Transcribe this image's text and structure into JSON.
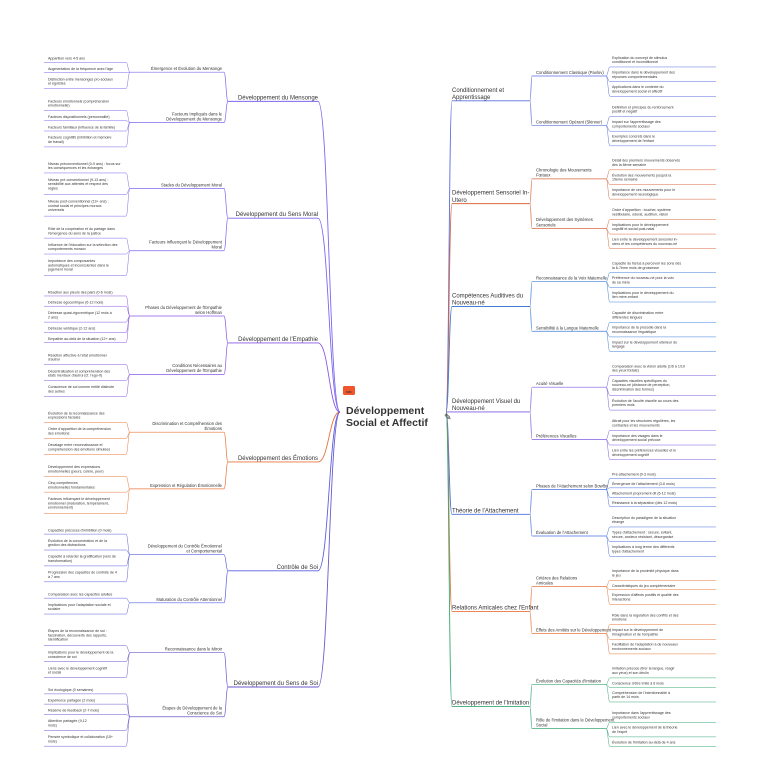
{
  "center": {
    "title_lines": [
      "Développement",
      "Social et Affectif"
    ],
    "badge": "ᴍᴍ"
  },
  "colors": {
    "left": [
      "#7b68ee",
      "#7b68ee",
      "#8a56e2",
      "#e8753a",
      "#5b5fe0",
      "#6a5acd"
    ],
    "right": [
      "#5b6ee0",
      "#d9693e",
      "#3f7fd9",
      "#7d5be0",
      "#4a6fe0",
      "#e8753a",
      "#3aa876"
    ]
  },
  "left": [
    {
      "label": [
        "Développement du Mensonge"
      ],
      "subs": [
        {
          "label": [
            "Émergence et Évolution du Mensonge"
          ],
          "leaves": [
            [
              "Apparition vers 4-5 ans"
            ],
            [
              "Augmentation de la fréquence avec l'âge"
            ],
            [
              "Distinction entre mensonges pro-sociaux",
              "et égoïstes"
            ]
          ]
        },
        {
          "label": [
            "Facteurs Impliqués dans le",
            "Développement du Mensonge"
          ],
          "leaves": [
            [
              "Facteurs émotionnels (compréhension",
              "émotionnelle)"
            ],
            [
              "Facteurs dispositionnels (personnalité)"
            ],
            [
              "Facteurs familiaux (influence de la famille)"
            ],
            [
              "Facteurs cognitifs (inhibition et mémoire",
              "de travail)"
            ]
          ]
        }
      ]
    },
    {
      "label": [
        "Développement du Sens Moral"
      ],
      "subs": [
        {
          "label": [
            "Stades du Développement Moral"
          ],
          "leaves": [
            [
              "Niveau préconventionnel (0-9 ans) : focus sur",
              "les conséquences et les échanges"
            ],
            [
              "Niveau pré-conventionnel (9-13 ans) :",
              "sensibilité aux attentes et respect des",
              "règles"
            ],
            [
              "Niveau post-conventionnel (13+ ans) :",
              "contrat social et principes moraux",
              "universels"
            ]
          ]
        },
        {
          "label": [
            "Facteurs Influençant le Développement",
            "Moral"
          ],
          "leaves": [
            [
              "Rôle de la coopération et du partage dans",
              "l'émergence du sens de la justice"
            ],
            [
              "Influence de l'éducation sur la sélection des",
              "comportements moraux"
            ],
            [
              "Importance des composantes",
              "automatiques et inconscientes dans le",
              "jugement moral"
            ]
          ]
        }
      ]
    },
    {
      "label": [
        "Développement de l'Empathie"
      ],
      "subs": [
        {
          "label": [
            "Phases du Développement de l'Empathie",
            "selon Hoffman"
          ],
          "leaves": [
            [
              "Réaction aux pleurs des pairs (0-6 mois)"
            ],
            [
              "Détresse égocentrique (6-12 mois)"
            ],
            [
              "Détresse quasi-égocentrique (12 mois à",
              "2 ans)"
            ],
            [
              "Détresse véridique (2-12 ans)"
            ],
            [
              "Empathie au-delà de la situation (12+ ans)"
            ]
          ]
        },
        {
          "label": [
            "Conditions Nécessaires au",
            "Développement de l'Empathie"
          ],
          "leaves": [
            [
              "Réaction affective à l'état émotionnel",
              "d'autrui"
            ],
            [
              "Décentralisation et compréhension des",
              "états mentaux d'autrui (cf. l'ego-it)"
            ],
            [
              "Conscience de soi comme entité distincte",
              "des autres"
            ]
          ]
        }
      ]
    },
    {
      "label": [
        "Développement des Émotions"
      ],
      "subs": [
        {
          "label": [
            "Discrimination et Compréhension des",
            "Émotions"
          ],
          "leaves": [
            [
              "Évolution de la reconnaissance des",
              "expressions faciales"
            ],
            [
              "Ordre d'apparition de la compréhension",
              "des émotions"
            ],
            [
              "Décalage entre reconnaissance et",
              "compréhension des émotions simulées"
            ]
          ]
        },
        {
          "label": [
            "Expression et Régulation Émotionnelle"
          ],
          "leaves": [
            [
              "Développement des expressions",
              "émotionnelles (peurs, colère, peur)"
            ],
            [
              "Cinq compétences",
              "émotionnelles fondamentales"
            ],
            [
              "Facteurs influençant le développement",
              "émotionnel (maturation, tempérament,",
              "environnement)"
            ]
          ]
        }
      ]
    },
    {
      "label": [
        "Contrôle de Soi"
      ],
      "subs": [
        {
          "label": [
            "Développement du Contrôle Émotionnel",
            "et Comportemental"
          ],
          "leaves": [
            [
              "Capacités précoces d'inhibition (0 mois)"
            ],
            [
              "Évolution de la concentration et de la",
              "gestion des distractions"
            ],
            [
              "Capacité à retarder la gratification (vers de",
              "transformation)"
            ],
            [
              "Progression des capacités de contrôle de 4",
              "à 7 ans"
            ]
          ]
        },
        {
          "label": [
            "Maturation du Contrôle Attentionnel"
          ],
          "leaves": [
            [
              "Comparaison avec les capacités adultes"
            ],
            [
              "Implications pour l'adaptation sociale et",
              "scolaire"
            ]
          ]
        }
      ]
    },
    {
      "label": [
        "Développement du Sens de Soi"
      ],
      "subs": [
        {
          "label": [
            "Reconnaissance dans le Miroir"
          ],
          "leaves": [
            [
              "Étapes de la reconnaissance de soi :",
              "fascination, découverte des rapports,",
              "identification"
            ],
            [
              "Implications pour le développement de la",
              "conscience de soi"
            ],
            [
              "Liens avec le développement cognitif",
              "et social"
            ]
          ]
        },
        {
          "label": [
            "Étapes du Développement de la",
            "Conscience de Soi"
          ],
          "leaves": [
            [
              "Soi écologique (0 semaines)"
            ],
            [
              "Expérience partagée (2 mois)"
            ],
            [
              "Résème de feedback (2-7 mois)"
            ],
            [
              "Attention partagée (9-12",
              "mois)"
            ],
            [
              "Pensée symbolique et collaboration (15+",
              "mois)"
            ]
          ]
        }
      ]
    }
  ],
  "right": [
    {
      "label": [
        "Conditionnement et",
        "Apprentissage"
      ],
      "subs": [
        {
          "label": [
            "Conditionnement Classique (Pavlov)"
          ],
          "leaves": [
            [
              "Explication du concept de stimulus",
              "conditionnel et inconditionnel"
            ],
            [
              "Importance dans le développement des",
              "réponses comportementales"
            ],
            [
              "Applications dans le contexte du",
              "développement social et affectif"
            ]
          ]
        },
        {
          "label": [
            "Conditionnement Opérant (Skinner)"
          ],
          "leaves": [
            [
              "Définition et principes du renforcement",
              "positif et négatif"
            ],
            [
              "Impact sur l'apprentissage des",
              "comportements sociaux"
            ],
            [
              "Exemples concrets dans le",
              "développement de l'enfant"
            ]
          ]
        }
      ]
    },
    {
      "label": [
        "Développement Sensoriel In-",
        "Utero"
      ],
      "subs": [
        {
          "label": [
            "Chronologie des Mouvements",
            "Fœtaux"
          ],
          "leaves": [
            [
              "Détail des premiers mouvements observés",
              "dès la 8ème semaine"
            ],
            [
              "Évolution des mouvements jusqu'à la",
              "15ème semaine"
            ],
            [
              "Importance de ces mouvements pour le",
              "développement neurologique"
            ]
          ]
        },
        {
          "label": [
            "Développement des Systèmes",
            "Sensoriels"
          ],
          "leaves": [
            [
              "Ordre d'apparition : toucher, système",
              "vestibulaire, odorat, audition, vision"
            ],
            [
              "Implications pour le développement",
              "cognitif et social post-natal"
            ],
            [
              "Lien entre le développement sensoriel in-",
              "utero et les compétences du nouveau-né"
            ]
          ]
        }
      ]
    },
    {
      "label": [
        "Compétences Auditives du",
        "Nouveau-né"
      ],
      "subs": [
        {
          "label": [
            "Reconnaissance de la Voix Maternelle"
          ],
          "leaves": [
            [
              "Capacité du fœtus à percevoir les sons dès",
              "la 6-7ème mois de grossesse"
            ],
            [
              "Préférence du nouveau-né pour la voix",
              "de sa mère"
            ],
            [
              "Implications pour le développement du",
              "lien mère-enfant"
            ]
          ]
        },
        {
          "label": [
            "Sensibilité à la Langue Maternelle"
          ],
          "leaves": [
            [
              "Capacité de discrimination entre",
              "différentes langues"
            ],
            [
              "Importance de la prosodie dans la",
              "reconnaissance linguistique"
            ],
            [
              "Impact sur le développement ultérieur du",
              "langage"
            ]
          ]
        }
      ]
    },
    {
      "label": [
        "Développement Visuel du",
        "Nouveau-né"
      ],
      "subs": [
        {
          "label": [
            "Acuité Visuelle"
          ],
          "leaves": [
            [
              "Comparaison avec la vision adulte (1/6 à 1/10",
              "des yeux fœtale)"
            ],
            [
              "Capacités visuelles spécifiques du",
              "nouveau-né (distance de perception,",
              "discrimination des formes)"
            ],
            [
              "Évolution de l'acuité visuelle au cours des",
              "premiers mois"
            ]
          ]
        },
        {
          "label": [
            "Préférences Visuelles"
          ],
          "leaves": [
            [
              "Attrait pour les structures régulières, les",
              "contrastes et les mouvements"
            ],
            [
              "Importance des visages dans le",
              "développement social précoce"
            ],
            [
              "Lien entre les préférences visuelles et le",
              "développement cognitif"
            ]
          ]
        }
      ]
    },
    {
      "label": [
        "Théorie de l'Attachement"
      ],
      "subs": [
        {
          "label": [
            "Phases de l'Attachement selon Bowlby"
          ],
          "leaves": [
            [
              "Pré-attachement (0-3 mois)"
            ],
            [
              "Émergence de l'attachement (3-6 mois)"
            ],
            [
              "Attachement proprement dit (6-12 mois)"
            ],
            [
              "Résistance à la séparation (dès 12 mois)"
            ]
          ]
        },
        {
          "label": [
            "Évaluation de l'Attachement"
          ],
          "leaves": [
            [
              "Description du paradigme de la situation",
              "étrange"
            ],
            [
              "Types d'attachement : sécure, évitant,",
              "sécure, anxieux résistant, désorganisé"
            ],
            [
              "Implications à long terme des différents",
              "types d'attachement"
            ]
          ]
        }
      ]
    },
    {
      "label": [
        "Relations Amicales chez l'Enfant"
      ],
      "subs": [
        {
          "label": [
            "Critères des Relations",
            "Amicales"
          ],
          "leaves": [
            [
              "Importance de la proximité physique dans",
              "le jeu"
            ],
            [
              "Caractéristiques du jeu complémentaire"
            ],
            [
              "Expression d'affects positifs et qualité des",
              "interactions"
            ]
          ]
        },
        {
          "label": [
            "Effets des Amitiés sur le Développement"
          ],
          "leaves": [
            [
              "Rôle dans la régulation des conflits et des",
              "émotions"
            ],
            [
              "Impact sur le développement de",
              "l'imagination et de l'empathie"
            ],
            [
              "Facilitation de l'adaptation à de nouveaux",
              "environnements sociaux"
            ]
          ]
        }
      ]
    },
    {
      "label": [
        "Développement de l'Imitation"
      ],
      "subs": [
        {
          "label": [
            "Évolution des Capacités d'Imitation"
          ],
          "leaves": [
            [
              "Imitation précoce (tirer la langue, réagir",
              "aux yeux) et son déclin"
            ],
            [
              "Conscience d'être imité à 6 mois"
            ],
            [
              "Compréhension de l'intentionnalité à",
              "partir de 14 mois"
            ]
          ]
        },
        {
          "label": [
            "Rôle de l'Imitation dans le Développement",
            "Social"
          ],
          "leaves": [
            [
              "Importance dans l'apprentissage des",
              "comportements sociaux"
            ],
            [
              "Lien avec le développement de la théorie",
              "de l'esprit"
            ],
            [
              "Évolution de l'imitation au-delà de 4 ans"
            ]
          ]
        }
      ]
    }
  ]
}
